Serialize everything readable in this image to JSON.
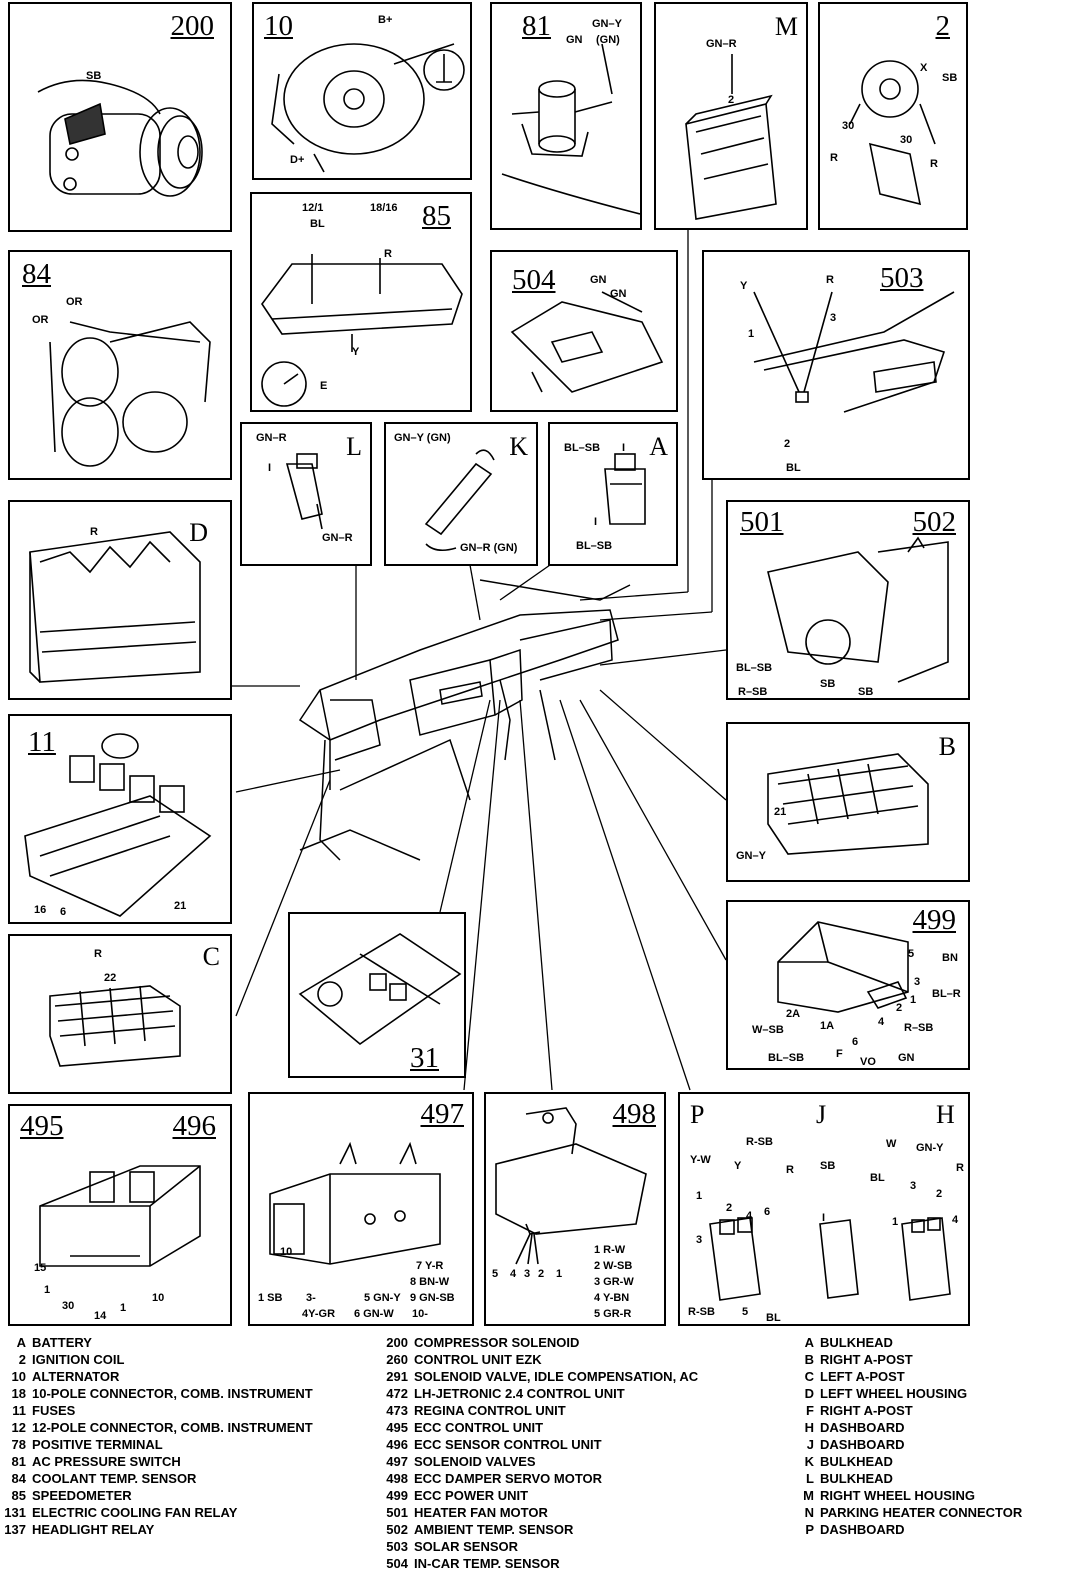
{
  "panels": {
    "p200": {
      "number": "200",
      "labels": [
        "SB"
      ]
    },
    "p10": {
      "number": "10",
      "labels": [
        "B+",
        "D+"
      ]
    },
    "p81": {
      "number": "81",
      "labels": [
        "GN–Y",
        "(GN)",
        "GN"
      ]
    },
    "pM": {
      "letter": "M",
      "labels": [
        "GN–R",
        "2"
      ]
    },
    "p2": {
      "number": "2",
      "labels": [
        "X",
        "SB",
        "30",
        "30",
        "R",
        "R"
      ]
    },
    "p85": {
      "number": "85",
      "labels": [
        "12/1",
        "BL",
        "18/16",
        "R",
        "Y",
        "E"
      ]
    },
    "p84": {
      "number": "84",
      "labels": [
        "OR",
        "OR"
      ]
    },
    "p504": {
      "number": "504",
      "labels": [
        "GN",
        "GN"
      ]
    },
    "p503": {
      "number": "503",
      "labels": [
        "Y",
        "R",
        "1",
        "3",
        "2",
        "BL"
      ]
    },
    "pL": {
      "letter": "L",
      "labels": [
        "GN–R",
        "I",
        "GN–R"
      ]
    },
    "pK": {
      "letter": "K",
      "labels": [
        "GN–Y (GN)",
        "GN–R (GN)"
      ]
    },
    "pA": {
      "letter": "A",
      "labels": [
        "BL–SB",
        "I",
        "I",
        "BL–SB"
      ]
    },
    "pD": {
      "letter": "D",
      "labels": [
        "R"
      ]
    },
    "p501": {
      "number": "501",
      "number2": "502",
      "labels": [
        "BL–SB",
        "R–SB",
        "SB",
        "SB"
      ]
    },
    "p11": {
      "number": "11",
      "labels": [
        "16",
        "6",
        "21"
      ]
    },
    "pB": {
      "letter": "B",
      "labels": [
        "21",
        "GN–Y"
      ]
    },
    "p31": {
      "number": "31"
    },
    "p499": {
      "number": "499",
      "labels": [
        "5",
        "BN",
        "3",
        "BL–R",
        "1",
        "2",
        "R–SB",
        "2A",
        "1A",
        "W–SB",
        "4",
        "6",
        "F",
        "BL–SB",
        "VO",
        "GN"
      ]
    },
    "pC": {
      "letter": "C",
      "labels": [
        "R",
        "22"
      ]
    },
    "p495": {
      "number": "495",
      "number2": "496",
      "labels": [
        "15",
        "1",
        "30",
        "14",
        "1",
        "10"
      ]
    },
    "p497": {
      "number": "497",
      "labels": [
        "10",
        "1 SB",
        "3-",
        "4Y-GR",
        "5 GN-Y",
        "6 GN-W",
        "7 Y-R",
        "8 BN-W",
        "9 GN-SB",
        "10-"
      ]
    },
    "p498": {
      "number": "498",
      "labels": [
        "5",
        "4",
        "3",
        "2",
        "1",
        "1 R-W",
        "2 W-SB",
        "3 GR-W",
        "4 Y-BN",
        "5 GR-R"
      ]
    },
    "pPJH": {
      "letters": [
        "P",
        "J",
        "H"
      ],
      "labels": [
        "R-SB",
        "Y-W",
        "Y",
        "R",
        "1",
        "2",
        "4",
        "6",
        "3",
        "R-SB",
        "5",
        "BL",
        "SB",
        "I",
        "W",
        "GN-Y",
        "BL",
        "R",
        "3",
        "2",
        "1",
        "4"
      ]
    }
  },
  "legend": {
    "col1": [
      {
        "code": "A",
        "text": "BATTERY"
      },
      {
        "code": "2",
        "text": "IGNITION COIL"
      },
      {
        "code": "10",
        "text": "ALTERNATOR"
      },
      {
        "code": "18",
        "text": "10-POLE CONNECTOR, COMB. INSTRUMENT"
      },
      {
        "code": "11",
        "text": "FUSES"
      },
      {
        "code": "12",
        "text": "12-POLE CONNECTOR, COMB. INSTRUMENT"
      },
      {
        "code": "78",
        "text": "POSITIVE TERMINAL"
      },
      {
        "code": "81",
        "text": "AC PRESSURE SWITCH"
      },
      {
        "code": "84",
        "text": "COOLANT TEMP. SENSOR"
      },
      {
        "code": "85",
        "text": "SPEEDOMETER"
      },
      {
        "code": "131",
        "text": "ELECTRIC COOLING FAN RELAY"
      },
      {
        "code": "137",
        "text": "HEADLIGHT RELAY"
      }
    ],
    "col2": [
      {
        "code": "200",
        "text": "COMPRESSOR SOLENOID"
      },
      {
        "code": "260",
        "text": "CONTROL UNIT EZK"
      },
      {
        "code": "291",
        "text": "SOLENOID VALVE, IDLE COMPENSATION, AC"
      },
      {
        "code": "472",
        "text": "LH-JETRONIC 2.4 CONTROL UNIT"
      },
      {
        "code": "473",
        "text": "REGINA CONTROL UNIT"
      },
      {
        "code": "495",
        "text": "ECC CONTROL UNIT"
      },
      {
        "code": "496",
        "text": "ECC SENSOR CONTROL UNIT"
      },
      {
        "code": "497",
        "text": "SOLENOID VALVES"
      },
      {
        "code": "498",
        "text": "ECC DAMPER SERVO MOTOR"
      },
      {
        "code": "499",
        "text": "ECC POWER UNIT"
      },
      {
        "code": "501",
        "text": "HEATER FAN MOTOR"
      },
      {
        "code": "502",
        "text": "AMBIENT TEMP. SENSOR"
      },
      {
        "code": "503",
        "text": "SOLAR SENSOR"
      },
      {
        "code": "504",
        "text": "IN-CAR TEMP. SENSOR"
      }
    ],
    "col3": [
      {
        "code": "A",
        "text": "BULKHEAD"
      },
      {
        "code": "B",
        "text": "RIGHT A-POST"
      },
      {
        "code": "C",
        "text": "LEFT A-POST"
      },
      {
        "code": "D",
        "text": "LEFT WHEEL HOUSING"
      },
      {
        "code": "F",
        "text": "RIGHT A-POST"
      },
      {
        "code": "H",
        "text": "DASHBOARD"
      },
      {
        "code": "J",
        "text": "DASHBOARD"
      },
      {
        "code": "K",
        "text": "BULKHEAD"
      },
      {
        "code": "L",
        "text": "BULKHEAD"
      },
      {
        "code": "M",
        "text": "RIGHT WHEEL HOUSING"
      },
      {
        "code": "N",
        "text": "PARKING HEATER CONNECTOR"
      },
      {
        "code": "P",
        "text": "DASHBOARD"
      }
    ]
  }
}
